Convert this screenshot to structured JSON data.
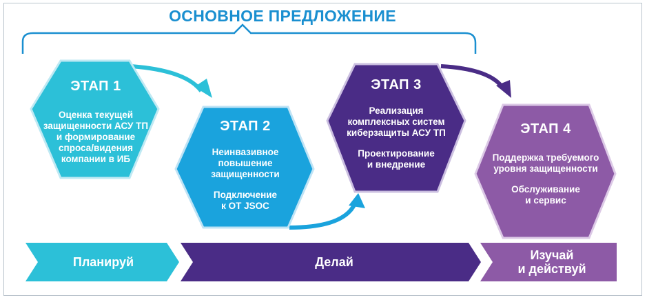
{
  "title": "ОСНОВНОЕ ПРЕДЛОЖЕНИЕ",
  "stages": [
    {
      "title": "ЭТАП 1",
      "desc": "Оценка текущей\nзащищенности АСУ ТП\nи формирование\nспроса/видения\nкомпании в ИБ",
      "extra": "",
      "color": "#2cc0d8"
    },
    {
      "title": "ЭТАП 2",
      "desc": "Неинвазивное\nповышение\nзащищенности",
      "extra": "Подключение\nк ОТ JSOC",
      "color": "#1aa3dd"
    },
    {
      "title": "ЭТАП 3",
      "desc": "Реализация\nкомплексных систем\nкиберзащиты АСУ ТП",
      "extra": "Проектирование\nи внедрение",
      "color": "#4a2c86"
    },
    {
      "title": "ЭТАП 4",
      "desc": "Поддержка требуемого\nуровня защищенности",
      "extra": "Обслуживание\nи сервис",
      "color": "#8d5aa6"
    }
  ],
  "bands": [
    {
      "label": "Планируй",
      "color": "#2cc0d8"
    },
    {
      "label": "Делай",
      "color": "#4a2c86"
    },
    {
      "label": "Изучай\nи действуй",
      "color": "#8d5aa6"
    }
  ],
  "accent": "#1a8fd0"
}
